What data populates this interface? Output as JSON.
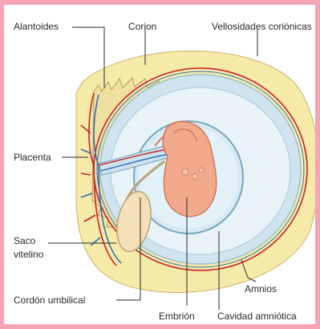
{
  "labels": {
    "alantoides": "Alantoides",
    "corion": "Corion",
    "vellosidades": "Vellosidades coriónicas",
    "placenta": "Placenta",
    "saco_line1": "Saco",
    "saco_line2": "vitelino",
    "cordon": "Cordón umbilical",
    "embrion": "Embrión",
    "amnios": "Amnios",
    "cavidad": "Cavidad amniótica"
  },
  "colors": {
    "frame": "#f4a4b4",
    "decidua": "#f6eaa8",
    "chorion": "#cfe4ee",
    "amniotic_fluid": "#e3f1f8",
    "vessel_red": "#c8202a",
    "vessel_blue": "#2f6fb5",
    "embryo": "#f2a98c",
    "yolk_sac": "#f3e0b8"
  }
}
